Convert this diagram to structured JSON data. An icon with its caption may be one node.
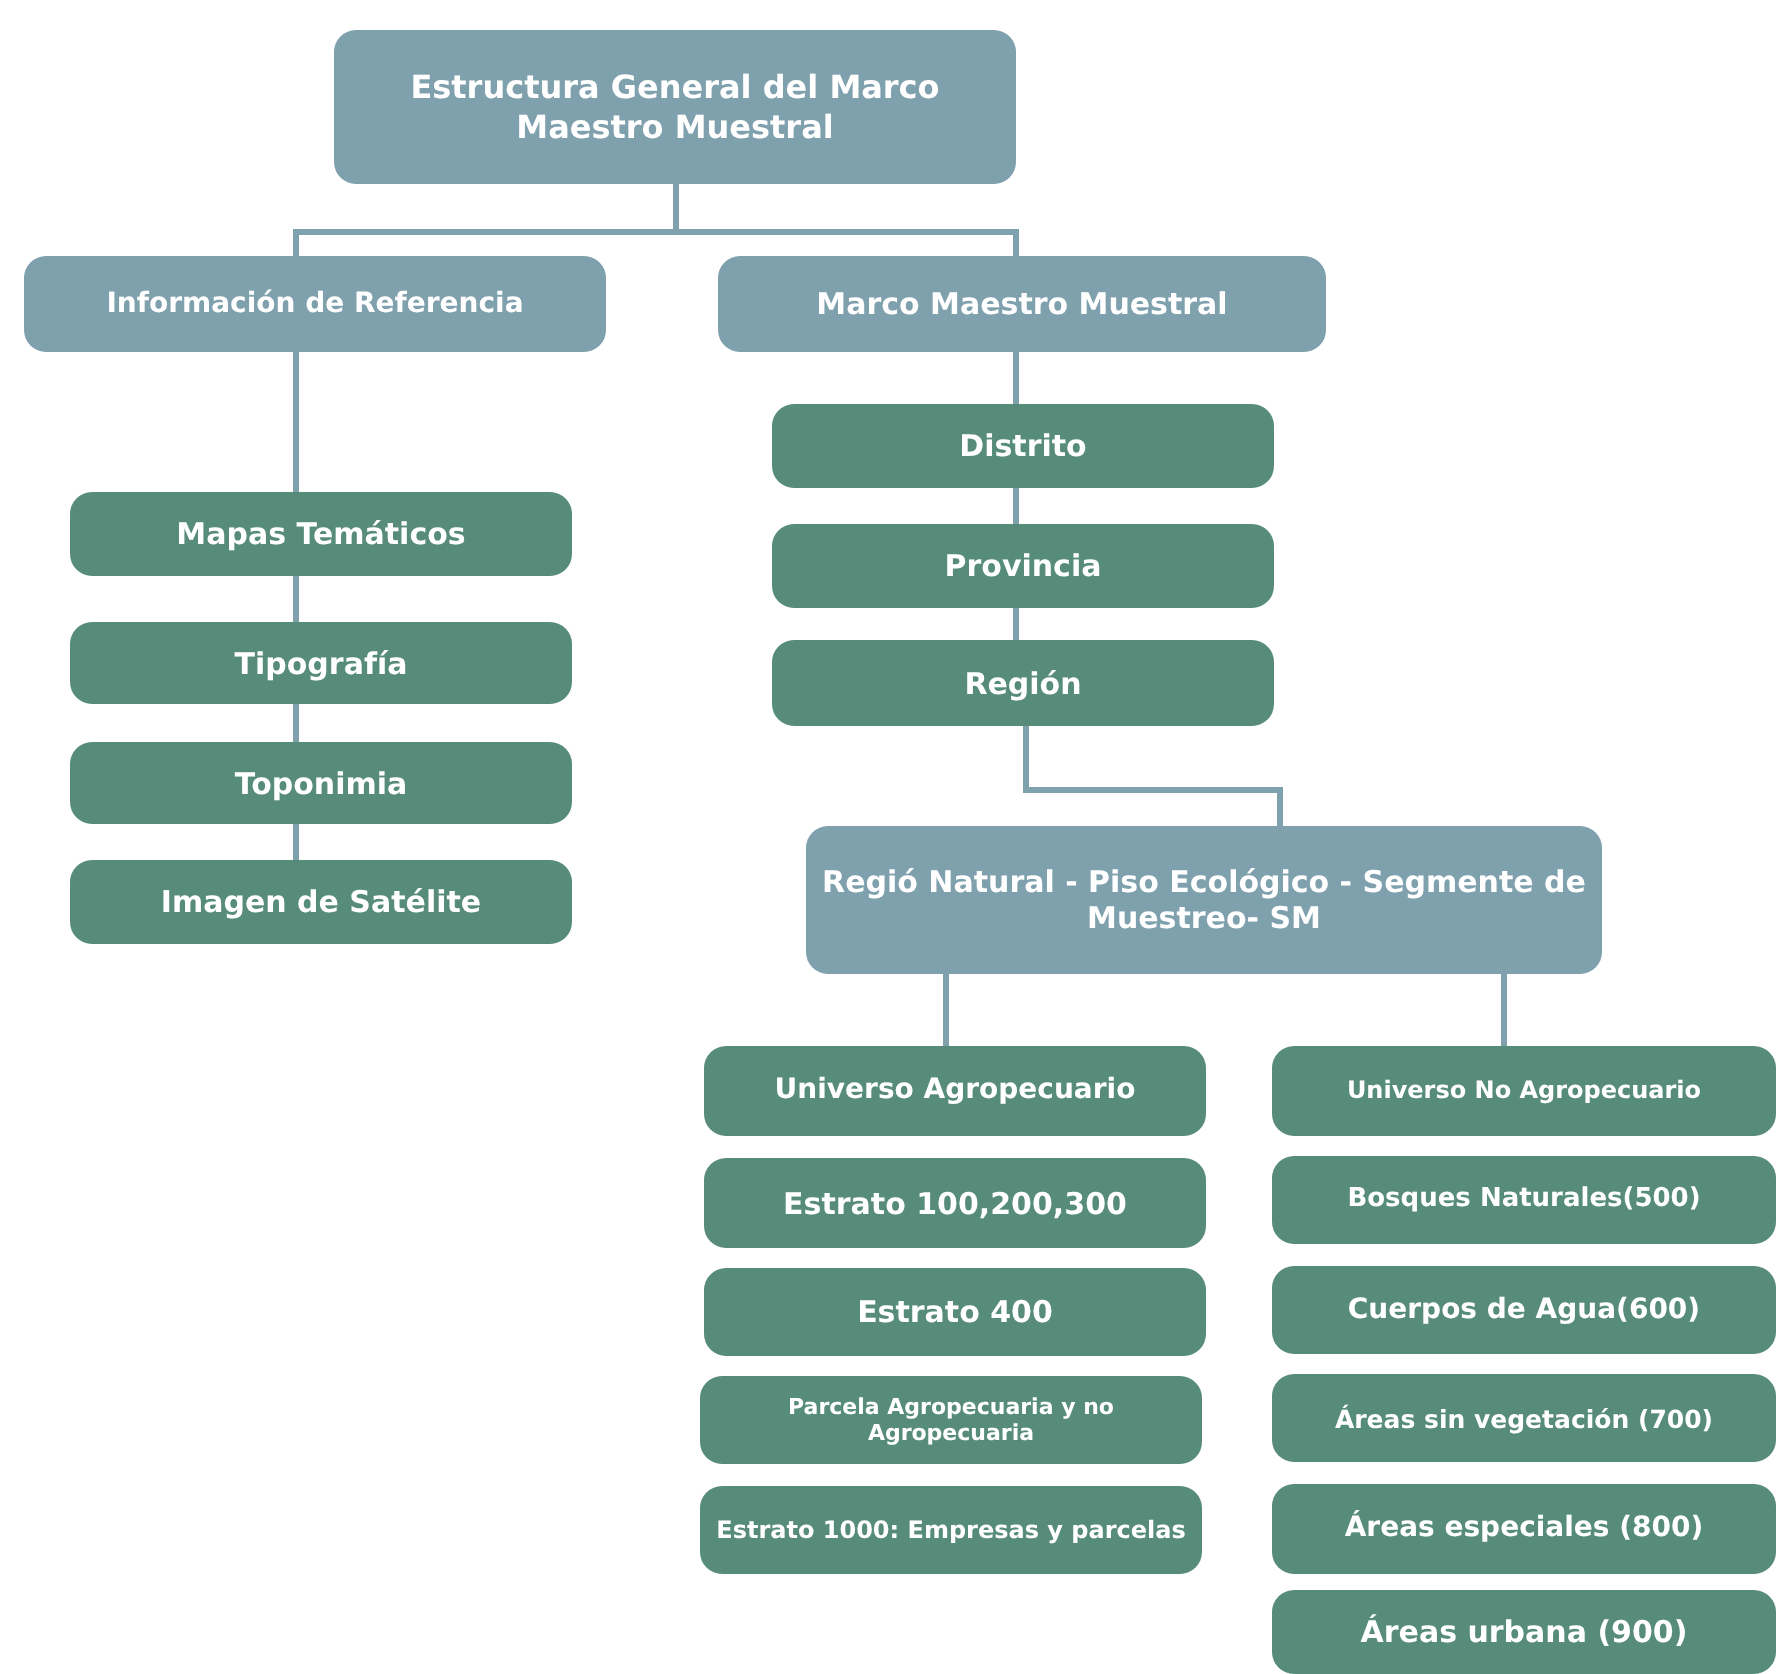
{
  "diagram": {
    "nodes": [
      {
        "text": [
          "Estructura General del Marco Maestro Muestral"
        ]
      },
      {
        "text": [
          "Información de Referencia"
        ]
      },
      {
        "text": [
          "Marco Maestro Muestral"
        ]
      },
      {
        "text": [
          "Mapas Temáticos"
        ]
      },
      {
        "text": [
          "Tipografía"
        ]
      },
      {
        "text": [
          "Toponimia"
        ]
      },
      {
        "text": [
          "Imagen de Satélite"
        ]
      },
      {
        "text": [
          "Distrito"
        ]
      },
      {
        "text": [
          "Provincia"
        ]
      },
      {
        "text": [
          "Región"
        ]
      },
      {
        "text": [
          "Regió Natural - Piso Ecológico - Segmente de Muestreo- SM"
        ]
      },
      {
        "text": [
          "Universo Agropecuario"
        ]
      },
      {
        "text": [
          "Estrato 100,200,300"
        ]
      },
      {
        "text": [
          "Estrato 400"
        ]
      },
      {
        "text": [
          "Parcela Agropecuaria y no Agropecuaria"
        ]
      },
      {
        "text": [
          "Estrato 1000: Empresas y parcelas"
        ]
      },
      {
        "text": [
          "Universo No Agropecuario"
        ]
      },
      {
        "text": [
          "Bosques Naturales(500)"
        ]
      },
      {
        "text": [
          "Cuerpos de Agua(600)"
        ]
      },
      {
        "text": [
          "Áreas sin vegetación (700)"
        ]
      },
      {
        "text": [
          "Áreas especiales (800)"
        ]
      },
      {
        "text": [
          "Áreas urbana (900)"
        ]
      }
    ],
    "edges": [
      {
        "from": 0,
        "to": 1,
        "arrow": "none"
      },
      {
        "from": 0,
        "to": 2,
        "arrow": "none"
      },
      {
        "from": 1,
        "to": 3,
        "arrow": "none"
      },
      {
        "from": 3,
        "to": 4,
        "arrow": "none"
      },
      {
        "from": 4,
        "to": 5,
        "arrow": "none"
      },
      {
        "from": 5,
        "to": 6,
        "arrow": "none"
      },
      {
        "from": 2,
        "to": 7,
        "arrow": "none"
      },
      {
        "from": 7,
        "to": 8,
        "arrow": "none"
      },
      {
        "from": 8,
        "to": 9,
        "arrow": "none"
      },
      {
        "from": 9,
        "to": 10,
        "arrow": "none"
      },
      {
        "from": 10,
        "to": 11,
        "arrow": "none"
      },
      {
        "from": 10,
        "to": 16,
        "arrow": "none"
      }
    ]
  }
}
